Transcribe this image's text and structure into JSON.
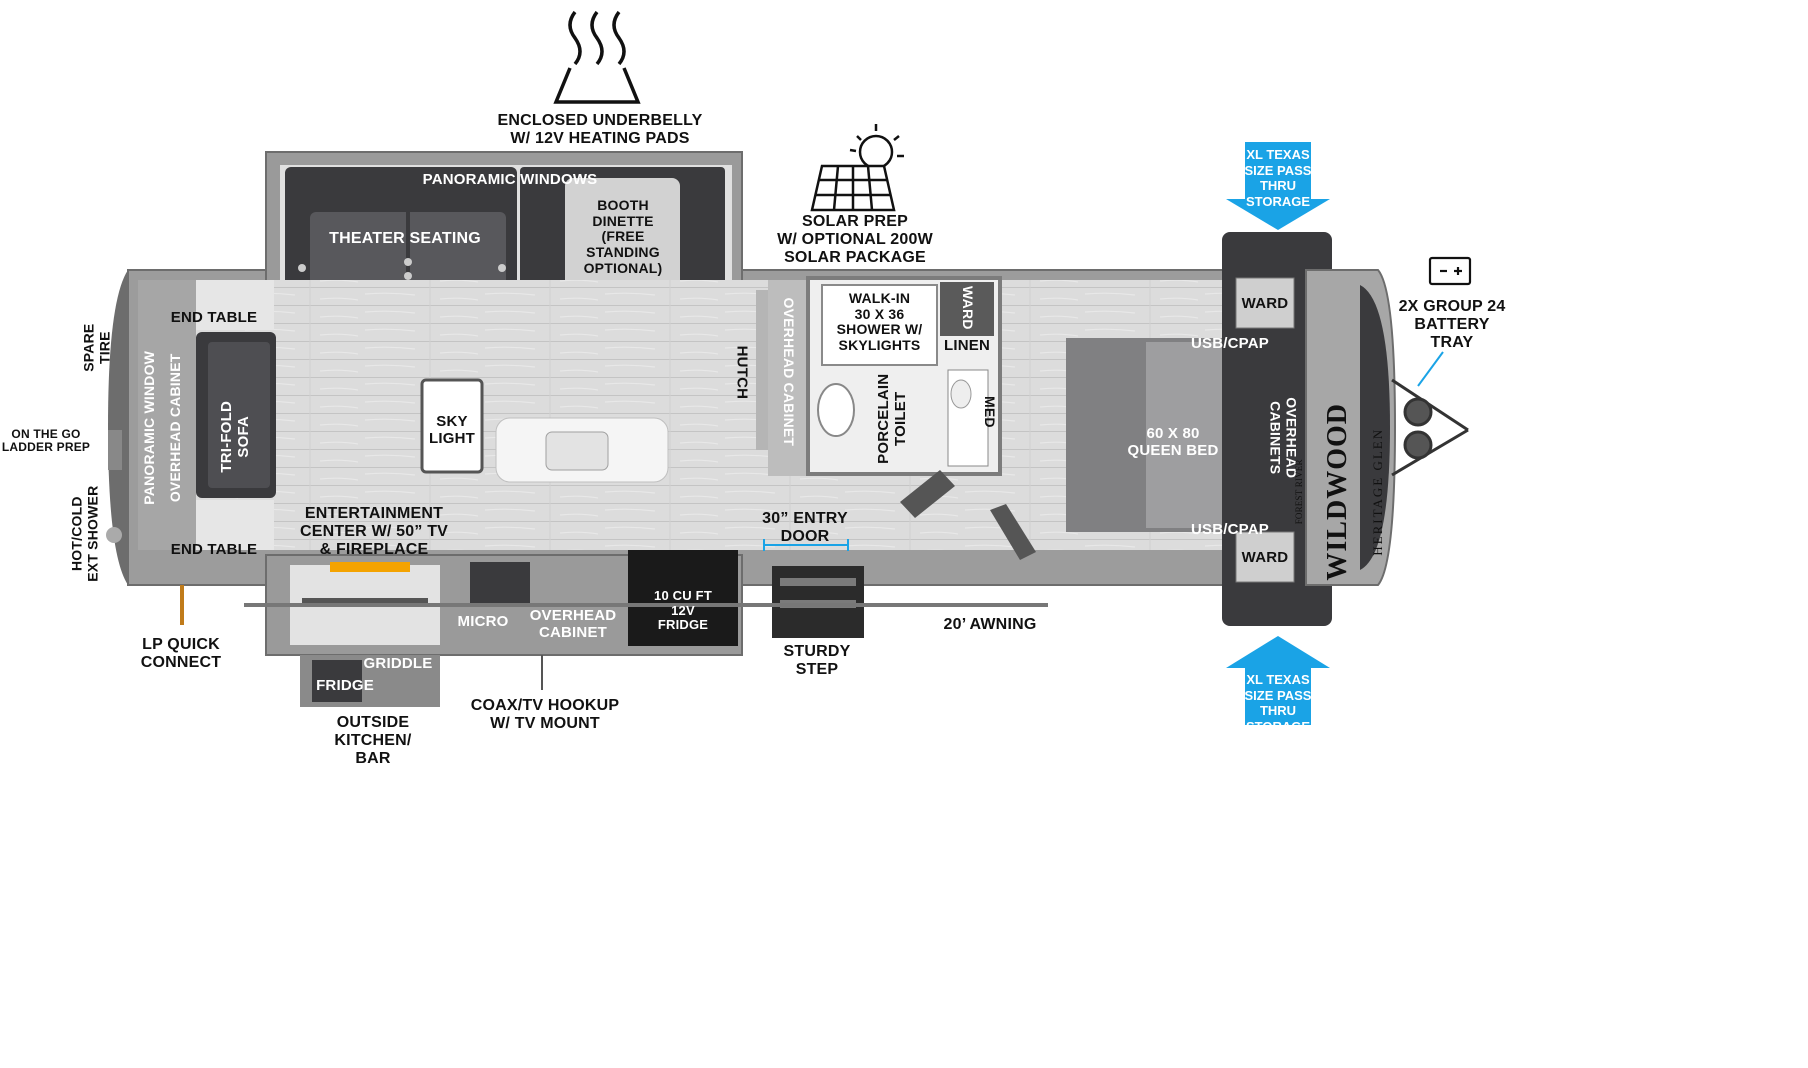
{
  "colors": {
    "floor": "#d9d9d9",
    "wall": "#9b9b9b",
    "dark_furniture": "#3a3a3d",
    "accent": "#1aa3e6",
    "bed": "#808082"
  },
  "labels": {
    "underbelly": "ENCLOSED UNDERBELLY\nW/ 12V HEATING PADS",
    "panoramic_windows": "PANORAMIC WINDOWS",
    "theater_seating": "THEATER SEATING",
    "booth_dinette": "BOOTH\nDINETTE\n(FREE\nSTANDING\nOPTIONAL)",
    "solar_prep": "SOLAR PREP\nW/ OPTIONAL 200W\nSOLAR PACKAGE",
    "xl_storage_top": "XL TEXAS SIZE\nPASS THRU\nSTORAGE",
    "xl_storage_bottom": "XL TEXAS SIZE\nPASS THRU\nSTORAGE",
    "battery": "2X GROUP 24\nBATTERY\nTRAY",
    "spare_tire": "SPARE\nTIRE",
    "ladder": "ON THE GO\nLADDER PREP",
    "ext_shower": "HOT/COLD\nEXT SHOWER",
    "end_table_top": "END TABLE",
    "end_table_bottom": "END TABLE",
    "panoramic_window": "PANORAMIC WINDOW",
    "overhead_cabinet_rear": "OVERHEAD CABINET",
    "sofa": "TRI-FOLD\nSOFA",
    "skylight": "SKY\nLIGHT",
    "hutch": "HUTCH",
    "overhead_cabinet_mid": "OVERHEAD CABINET",
    "shower": "WALK-IN\n30 X 36\nSHOWER W/\nSKYLIGHTS",
    "ward_bath": "WARD",
    "linen": "LINEN",
    "toilet": "PORCELAIN\nTOILET",
    "med": "MED",
    "usb_top": "USB/CPAP",
    "usb_bottom": "USB/CPAP",
    "ward_top": "WARD",
    "ward_bottom": "WARD",
    "bed": "60 X 80\nQUEEN BED",
    "overhead_cabinets_bed": "OVERHEAD\nCABINETS",
    "brand": "WILDWOOD",
    "brand_sub": "HERITAGE GLEN",
    "brand_top": "FOREST RIVER",
    "entertainment": "ENTERTAINMENT\nCENTER W/ 50” TV\n& FIREPLACE",
    "entry_door": "30” ENTRY\nDOOR",
    "micro": "MICRO",
    "overhead_cabinet_kitchen": "OVERHEAD\nCABINET",
    "fridge": "10 CU FT\n12V\nFRIDGE",
    "sturdy_step": "STURDY\nSTEP",
    "awning": "20’ AWNING",
    "lp": "LP QUICK\nCONNECT",
    "griddle": "GRIDDLE",
    "outside_fridge": "FRIDGE",
    "outside_kitchen": "OUTSIDE\nKITCHEN/\nBAR",
    "coax": "COAX/TV HOOKUP\nW/ TV MOUNT"
  }
}
